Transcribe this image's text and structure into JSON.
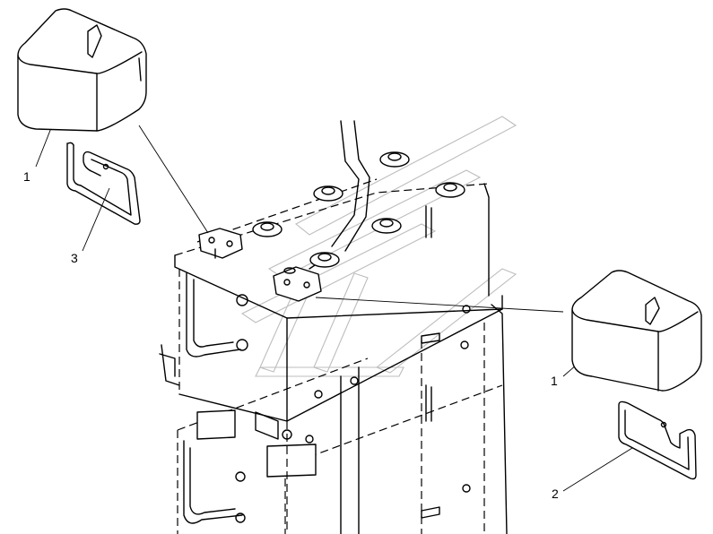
{
  "callouts": [
    {
      "id": "c1a",
      "number": "1"
    },
    {
      "id": "c3",
      "number": "3"
    },
    {
      "id": "c1b",
      "number": "1"
    },
    {
      "id": "c2",
      "number": "2"
    }
  ],
  "parts": [
    "terminal-cover",
    "cover-clip"
  ],
  "line_color": "#000000",
  "watermark_color": "#bdbdbd"
}
